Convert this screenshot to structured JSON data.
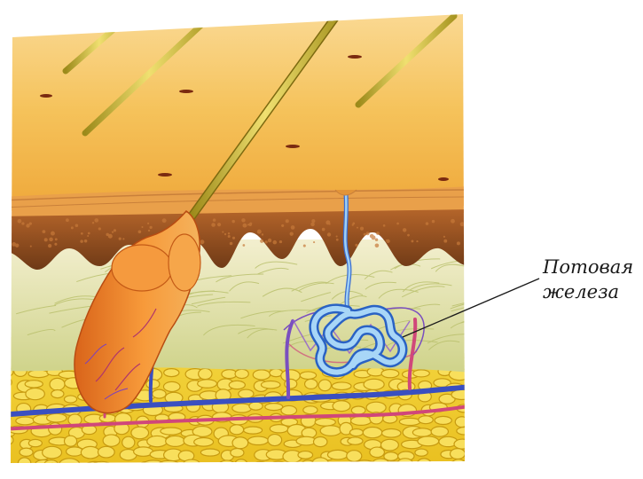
{
  "annotation": {
    "line1": "Потовая",
    "line2": "железа"
  },
  "colors": {
    "background": "#ffffff",
    "epidermis": "#f3b53c",
    "epidermis_light": "#f8d27a",
    "dermis_papillae": "#8a4a1e",
    "dermis_tissue": "#e6dfa6",
    "fat_tissue": "#f1cc2a",
    "hair": "#c9b82e",
    "hair_follicle": "#ef8a28",
    "sweat_gland": "#8fc3ee",
    "vein": "#3a4fc0",
    "artery": "#d0477a"
  },
  "icons": [
    "skin-cross-section-illustration",
    "hair-shaft",
    "hair-follicle",
    "sweat-gland",
    "blood-vessel",
    "pointer-line"
  ]
}
